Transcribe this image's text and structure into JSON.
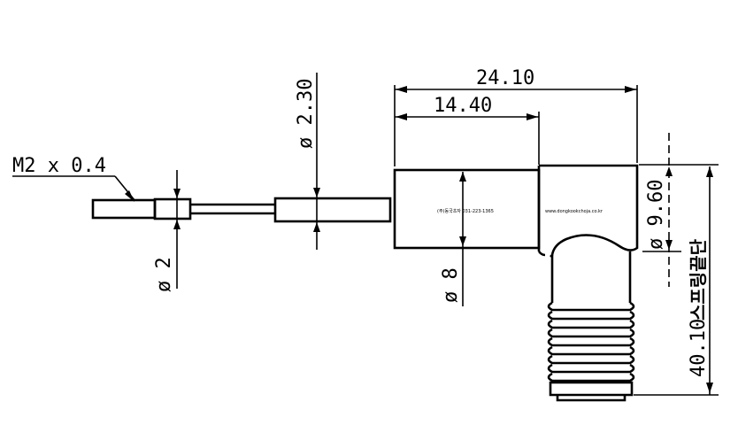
{
  "dimensions": {
    "thread": "M2 x 0.4",
    "dia_wire": "ø 2.30",
    "dia_tip": "ø 2",
    "dia_body": "ø 8",
    "dia_head": "ø 9.60",
    "len_total": "24.10",
    "len_body": "14.40",
    "len_spring": "40.10"
  },
  "labels": {
    "spring_end": "스프링끝단",
    "body_marking": "(주)동국초자 031-223-1365",
    "head_marking": "www.dongkookchoja.co.kr"
  }
}
